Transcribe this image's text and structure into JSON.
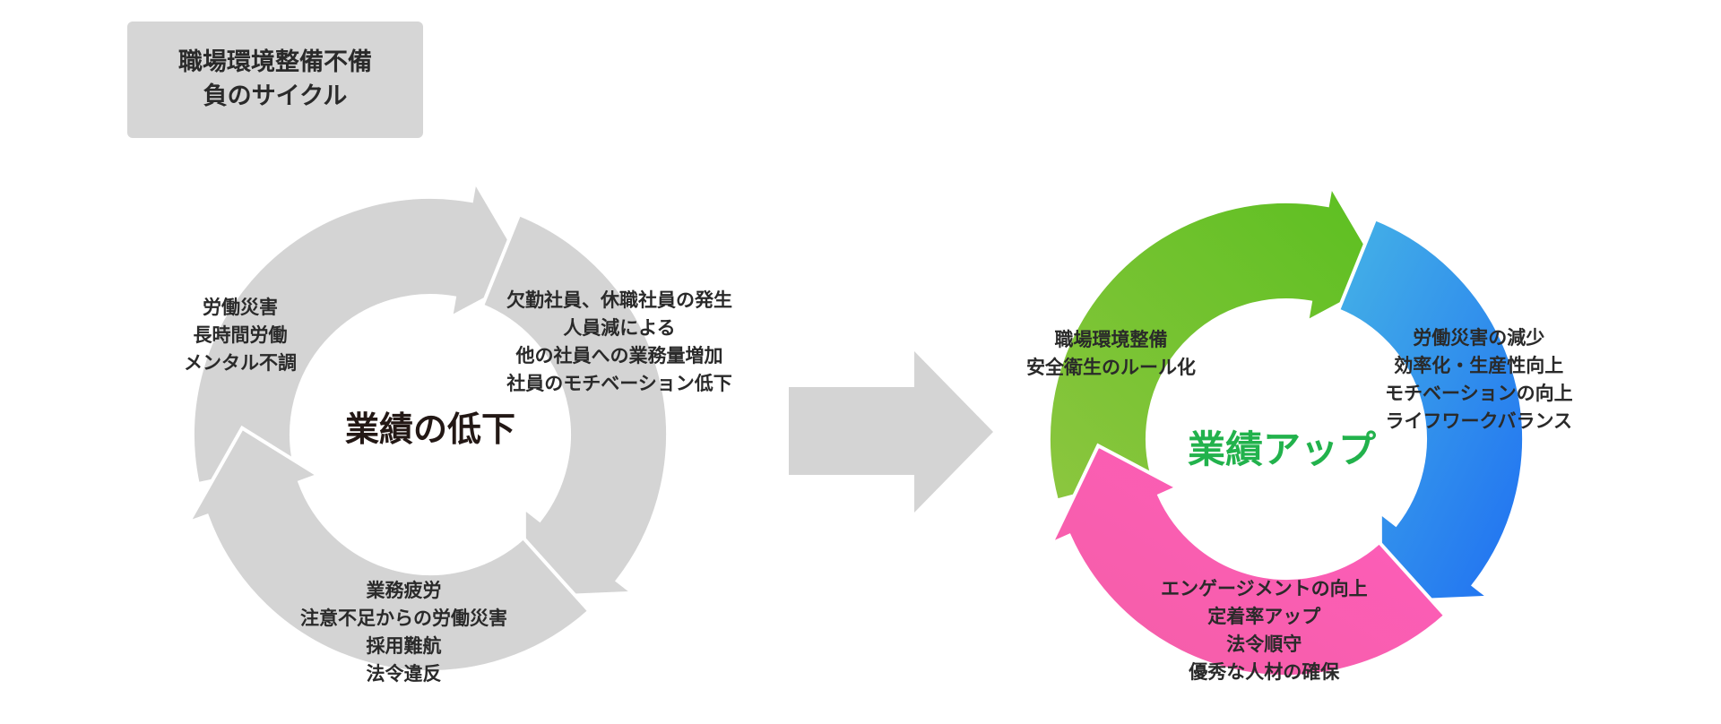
{
  "label_box": {
    "line1": "職場環境整備不備",
    "line2": "負のサイクル"
  },
  "left_cycle": {
    "center": "業績の低下",
    "segments": [
      {
        "lines": [
          "労働災害",
          "長時間労働",
          "メンタル不調"
        ]
      },
      {
        "lines": [
          "欠勤社員、休職社員の発生",
          "人員減による",
          "他の社員への業務量増加",
          "社員のモチベーション低下"
        ]
      },
      {
        "lines": [
          "業務疲労",
          "注意不足からの労働災害",
          "採用難航",
          "法令違反"
        ]
      }
    ],
    "color": "#d4d4d4"
  },
  "middle_arrow": {
    "color": "#d4d4d4"
  },
  "right_cycle": {
    "center": "業績アップ",
    "center_color": "#22b24c",
    "segments": [
      {
        "lines": [
          "職場環境整備",
          "安全衛生のルール化"
        ],
        "color_from": "#8cc63f",
        "color_to": "#5bbf20"
      },
      {
        "lines": [
          "労働災害の減少",
          "効率化・生産性向上",
          "モチベーションの向上",
          "ライフワークバランス"
        ],
        "color_from": "#45b3e6",
        "color_to": "#1f6ff2"
      },
      {
        "lines": [
          "エンゲージメントの向上",
          "定着率アップ",
          "法令順守",
          "優秀な人材の確保"
        ],
        "color_from": "#f45fa6",
        "color_to": "#ff5cbd"
      }
    ]
  }
}
